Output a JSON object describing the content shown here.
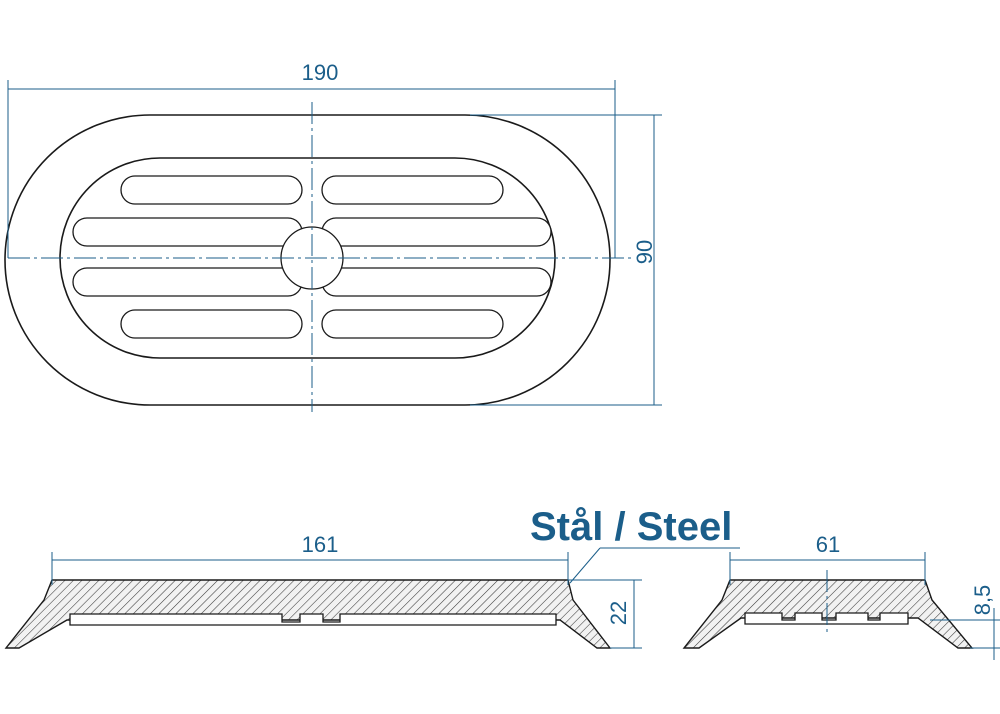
{
  "dimensions": {
    "top_width": "190",
    "top_height": "90",
    "side_length": "161",
    "side_height": "22",
    "end_width": "61",
    "end_height": "8,5"
  },
  "labels": {
    "material": "Stål / Steel"
  },
  "colors": {
    "dimension_blue": "#1b5e8a",
    "outline": "#1a1a1a"
  }
}
